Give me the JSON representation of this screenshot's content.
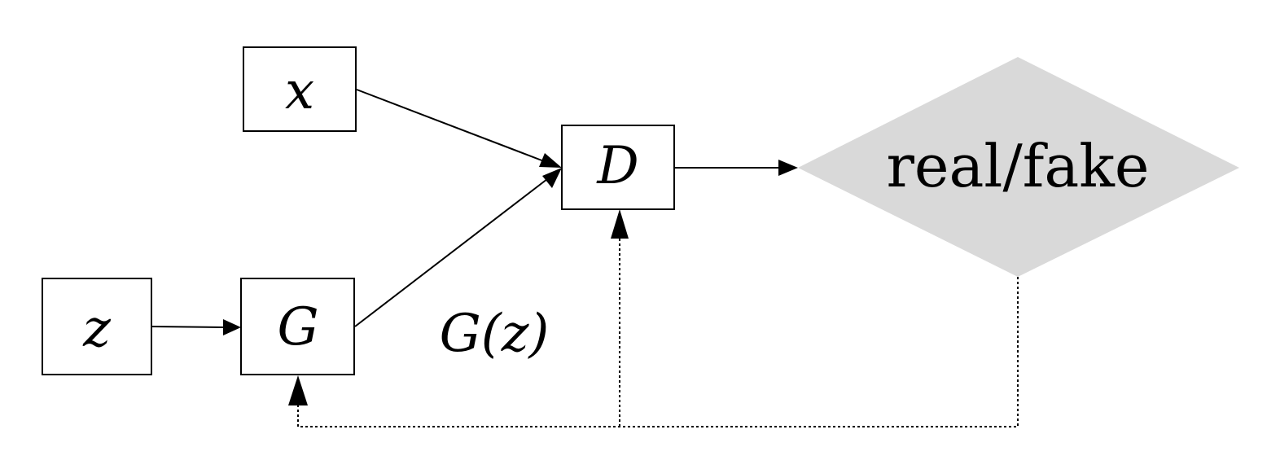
{
  "diagram": {
    "nodes": {
      "x": {
        "label": "x"
      },
      "z": {
        "label": "z"
      },
      "G": {
        "label": "G"
      },
      "D": {
        "label": "D"
      },
      "output": {
        "label": "real/fake",
        "fill": "#d9d9d9"
      }
    },
    "edge_labels": {
      "generator_output": "G(z)"
    },
    "edges": [
      {
        "from": "x",
        "to": "D",
        "style": "solid"
      },
      {
        "from": "G",
        "to": "D",
        "style": "solid"
      },
      {
        "from": "z",
        "to": "G",
        "style": "solid"
      },
      {
        "from": "D",
        "to": "output",
        "style": "solid"
      },
      {
        "from": "output",
        "to": "D",
        "style": "dotted"
      },
      {
        "from": "output",
        "to": "G",
        "style": "dotted"
      }
    ]
  }
}
